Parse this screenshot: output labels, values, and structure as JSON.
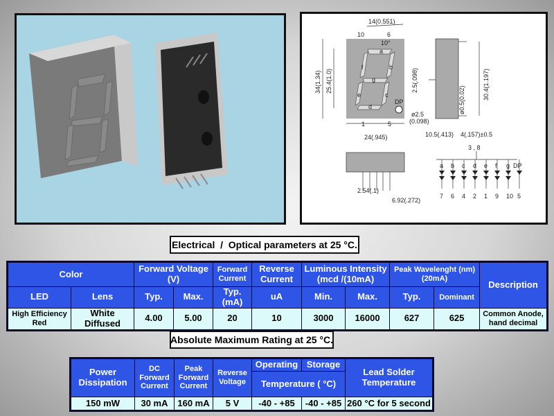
{
  "diagram": {
    "dims": {
      "top_width": "14(0.551)",
      "pin10": "10",
      "pin6": "6",
      "angle": "10°",
      "height": "34(1.34)",
      "digit_height": "25.4(1.0)",
      "seg_offset": "2.5(.098)",
      "dp_label": "DP",
      "dp_dia": "ø2.5",
      "dp_dia_in": "(0.098)",
      "pin1": "1",
      "pin5": "5",
      "width": "24(.945)",
      "side_height": "30.4(1.197)",
      "pin_dia": "ø0.5(0.02)",
      "depth": "10.5(.413)",
      "pin_len": "4(.157)±0.5",
      "pitch": "2.54(.1)",
      "end_offset": "6.92(.272)",
      "common": "3 , 8"
    },
    "segments": [
      "a",
      "b",
      "c",
      "d",
      "e",
      "f",
      "g",
      "DP"
    ],
    "pins": [
      "7",
      "6",
      "4",
      "2",
      "1",
      "9",
      "10",
      "5"
    ],
    "digit_segments": [
      "a",
      "b",
      "c",
      "d",
      "e",
      "f",
      "g"
    ]
  },
  "electrical": {
    "title": "Electrical  /  Optical parameters at 25 °C.",
    "headers": {
      "color": "Color",
      "fv": "Forward Voltage (V)",
      "fc": "Forward Current",
      "rc": "Reverse Current",
      "li": "Luminous Intensity (mcd /(10mA)",
      "pw": "Peak    Wavelenght (nm) (20mA)",
      "desc": "Description"
    },
    "subheaders": [
      "LED",
      "Lens",
      "Typ.",
      "Max.",
      "Typ.(mA)",
      "uA",
      "Min.",
      "Max.",
      "Typ.",
      "Dominant"
    ],
    "row": [
      "High Efficiency Red",
      "White Diffused",
      "4.00",
      "5.00",
      "20",
      "10",
      "3000",
      "16000",
      "627",
      "625",
      "Common Anode, hand decimal"
    ]
  },
  "absolute": {
    "title": "Absolute Maximum Rating at 25 °C.",
    "headers": {
      "pd": "Power Dissipation",
      "dcf": "DC Forward Current",
      "pfc": "Peak Forward Current",
      "rv": "Reverse Voltage",
      "op": "Operating",
      "st": "Storage",
      "temp": "Temperature ( °C)",
      "ls": "Lead Solder Temperature"
    },
    "row": [
      "150 mW",
      "30 mA",
      "160 mA",
      "5 V",
      "-40 - +85",
      "-40 - +85",
      "260 °C for 5 second"
    ]
  }
}
